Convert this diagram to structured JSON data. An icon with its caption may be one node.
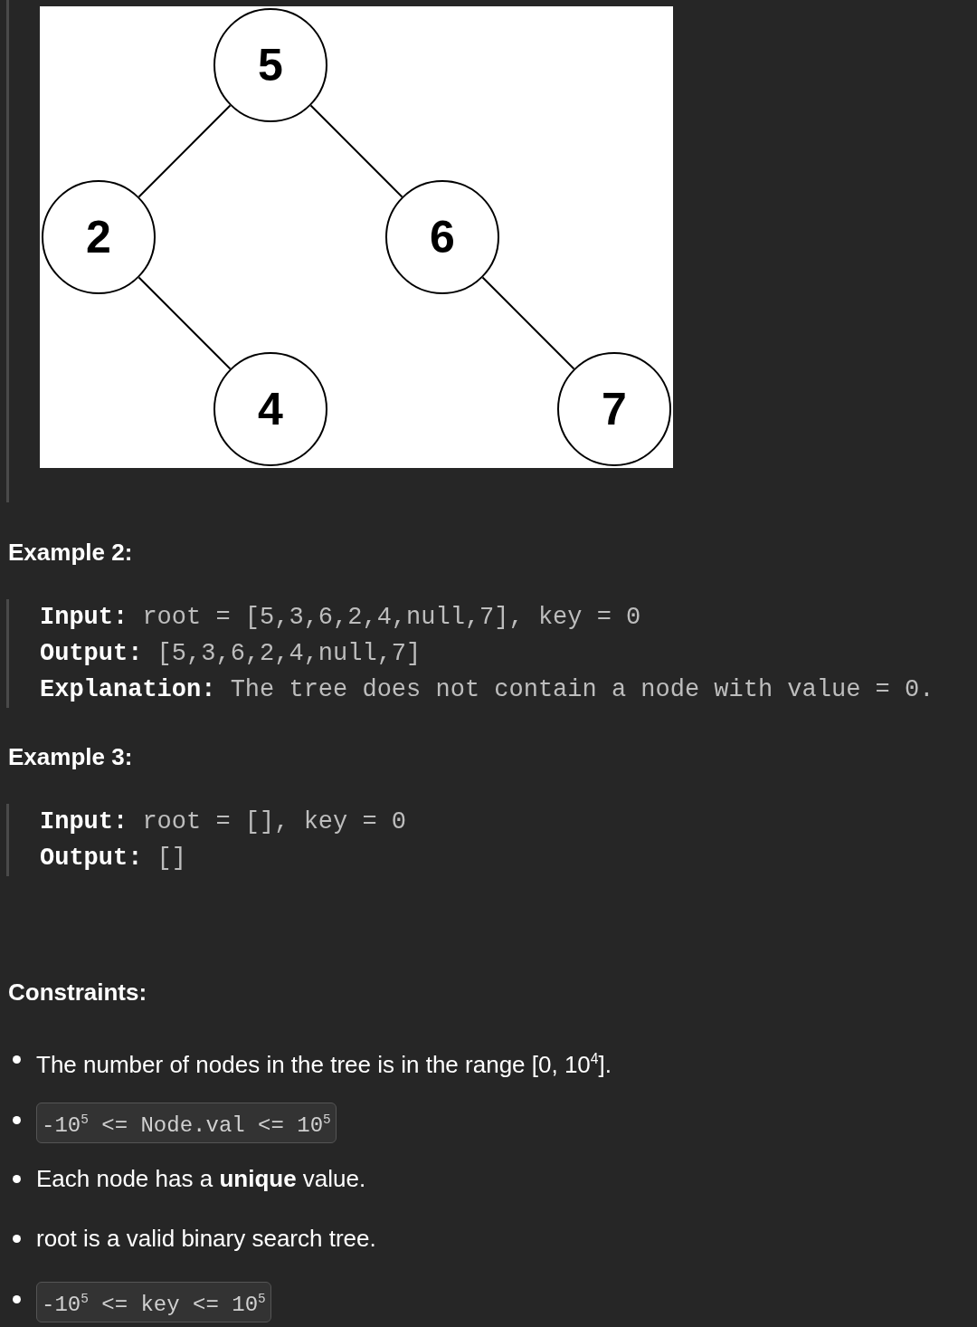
{
  "diagram": {
    "nodes": [
      {
        "text": [
          "5"
        ]
      },
      {
        "text": [
          "2"
        ]
      },
      {
        "text": [
          "6"
        ]
      },
      {
        "text": [
          "4"
        ]
      },
      {
        "text": [
          "7"
        ]
      }
    ],
    "edges": [
      {
        "from": 0,
        "to": 1,
        "arrow": "none"
      },
      {
        "from": 0,
        "to": 2,
        "arrow": "none"
      },
      {
        "from": 1,
        "to": 3,
        "arrow": "none"
      },
      {
        "from": 2,
        "to": 4,
        "arrow": "none"
      }
    ],
    "labels": [
      "Example 2:",
      "**Input:** root = [5,3,6,2,4,null,7], key = 0",
      "**Output:** [5,3,6,2,4,null,7]",
      "**Explanation:** The tree does not contain a node with value = 0.",
      "Example 3:",
      "**Input:** root = [], key = 0",
      "**Output:** []",
      "Constraints:",
      "The number of nodes in the tree is in the range [0, 10$^{4}$].",
      "-10$^{5}$ <= Node.val <= 10$^{5}$",
      "Each node has a **unique** value.",
      "root is a valid binary search tree.",
      "-10$^{5}$ <= key <= 10$^{5}$"
    ]
  }
}
